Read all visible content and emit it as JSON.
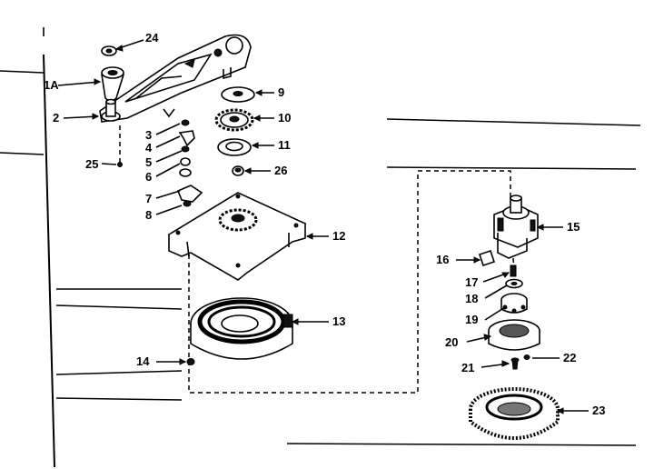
{
  "diagram": {
    "callouts": [
      {
        "id": "c1a",
        "text": "1A"
      },
      {
        "id": "c2",
        "text": "2"
      },
      {
        "id": "c3",
        "text": "3"
      },
      {
        "id": "c4",
        "text": "4"
      },
      {
        "id": "c5",
        "text": "5"
      },
      {
        "id": "c6",
        "text": "6"
      },
      {
        "id": "c7",
        "text": "7"
      },
      {
        "id": "c8",
        "text": "8"
      },
      {
        "id": "c9",
        "text": "9"
      },
      {
        "id": "c10",
        "text": "10"
      },
      {
        "id": "c11",
        "text": "11"
      },
      {
        "id": "c12",
        "text": "12"
      },
      {
        "id": "c13",
        "text": "13"
      },
      {
        "id": "c14",
        "text": "14"
      },
      {
        "id": "c15",
        "text": "15"
      },
      {
        "id": "c16",
        "text": "16"
      },
      {
        "id": "c17",
        "text": "17"
      },
      {
        "id": "c18",
        "text": "18"
      },
      {
        "id": "c19",
        "text": "19"
      },
      {
        "id": "c20",
        "text": "20"
      },
      {
        "id": "c21",
        "text": "21"
      },
      {
        "id": "c22",
        "text": "22"
      },
      {
        "id": "c23",
        "text": "23"
      },
      {
        "id": "c24",
        "text": "24"
      },
      {
        "id": "c25",
        "text": "25"
      },
      {
        "id": "c26",
        "text": "26"
      }
    ]
  }
}
